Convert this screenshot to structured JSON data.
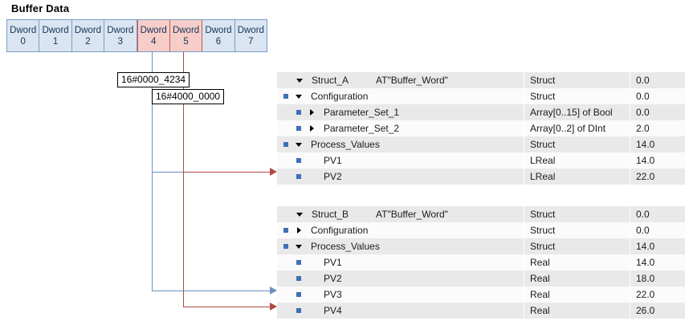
{
  "buffer": {
    "title": "Buffer Data",
    "cells": [
      {
        "word": "Dword",
        "index": "0",
        "highlight": false
      },
      {
        "word": "Dword",
        "index": "1",
        "highlight": false
      },
      {
        "word": "Dword",
        "index": "2",
        "highlight": false
      },
      {
        "word": "Dword",
        "index": "3",
        "highlight": false
      },
      {
        "word": "Dword",
        "index": "4",
        "highlight": true
      },
      {
        "word": "Dword",
        "index": "5",
        "highlight": true
      },
      {
        "word": "Dword",
        "index": "6",
        "highlight": false
      },
      {
        "word": "Dword",
        "index": "7",
        "highlight": false
      }
    ],
    "colors": {
      "normal_fill": "#dbe5f1",
      "normal_border": "#7a9cc6",
      "highlight_fill": "#f6cdc8",
      "highlight_border": "#c05b52"
    }
  },
  "callouts": [
    {
      "id": "hex_a",
      "value": "16#0000_4234"
    },
    {
      "id": "hex_b",
      "value": "16#4000_0000"
    }
  ],
  "connectors": {
    "blue_color": "#6b8fbf",
    "red_color": "#b04a42"
  },
  "table_a": {
    "rows": [
      {
        "name": "Struct_A",
        "at": "AT\"Buffer_Word\"",
        "type": "Struct",
        "offset": "0.0",
        "depth": 0,
        "toggle": "down",
        "marker": false
      },
      {
        "name": "Configuration",
        "at": "",
        "type": "Struct",
        "offset": "0.0",
        "depth": 1,
        "toggle": "down",
        "marker": true
      },
      {
        "name": "Parameter_Set_1",
        "at": "",
        "type": "Array[0..15] of Bool",
        "offset": "0.0",
        "depth": 2,
        "toggle": "right",
        "marker": true
      },
      {
        "name": "Parameter_Set_2",
        "at": "",
        "type": "Array[0..2] of DInt",
        "offset": "2.0",
        "depth": 2,
        "toggle": "right",
        "marker": true
      },
      {
        "name": "Process_Values",
        "at": "",
        "type": "Struct",
        "offset": "14.0",
        "depth": 1,
        "toggle": "down",
        "marker": true
      },
      {
        "name": "PV1",
        "at": "",
        "type": "LReal",
        "offset": "14.0",
        "depth": 2,
        "toggle": "none",
        "marker": true
      },
      {
        "name": "PV2",
        "at": "",
        "type": "LReal",
        "offset": "22.0",
        "depth": 2,
        "toggle": "none",
        "marker": true
      }
    ]
  },
  "table_b": {
    "rows": [
      {
        "name": "Struct_B",
        "at": "AT\"Buffer_Word\"",
        "type": "Struct",
        "offset": "0.0",
        "depth": 0,
        "toggle": "down",
        "marker": false
      },
      {
        "name": "Configuration",
        "at": "",
        "type": "Struct",
        "offset": "0.0",
        "depth": 1,
        "toggle": "right",
        "marker": true
      },
      {
        "name": "Process_Values",
        "at": "",
        "type": "Struct",
        "offset": "14.0",
        "depth": 1,
        "toggle": "down",
        "marker": true
      },
      {
        "name": "PV1",
        "at": "",
        "type": "Real",
        "offset": "14.0",
        "depth": 2,
        "toggle": "none",
        "marker": true
      },
      {
        "name": "PV2",
        "at": "",
        "type": "Real",
        "offset": "18.0",
        "depth": 2,
        "toggle": "none",
        "marker": true
      },
      {
        "name": "PV3",
        "at": "",
        "type": "Real",
        "offset": "22.0",
        "depth": 2,
        "toggle": "none",
        "marker": true
      },
      {
        "name": "PV4",
        "at": "",
        "type": "Real",
        "offset": "26.0",
        "depth": 2,
        "toggle": "none",
        "marker": true
      }
    ]
  }
}
